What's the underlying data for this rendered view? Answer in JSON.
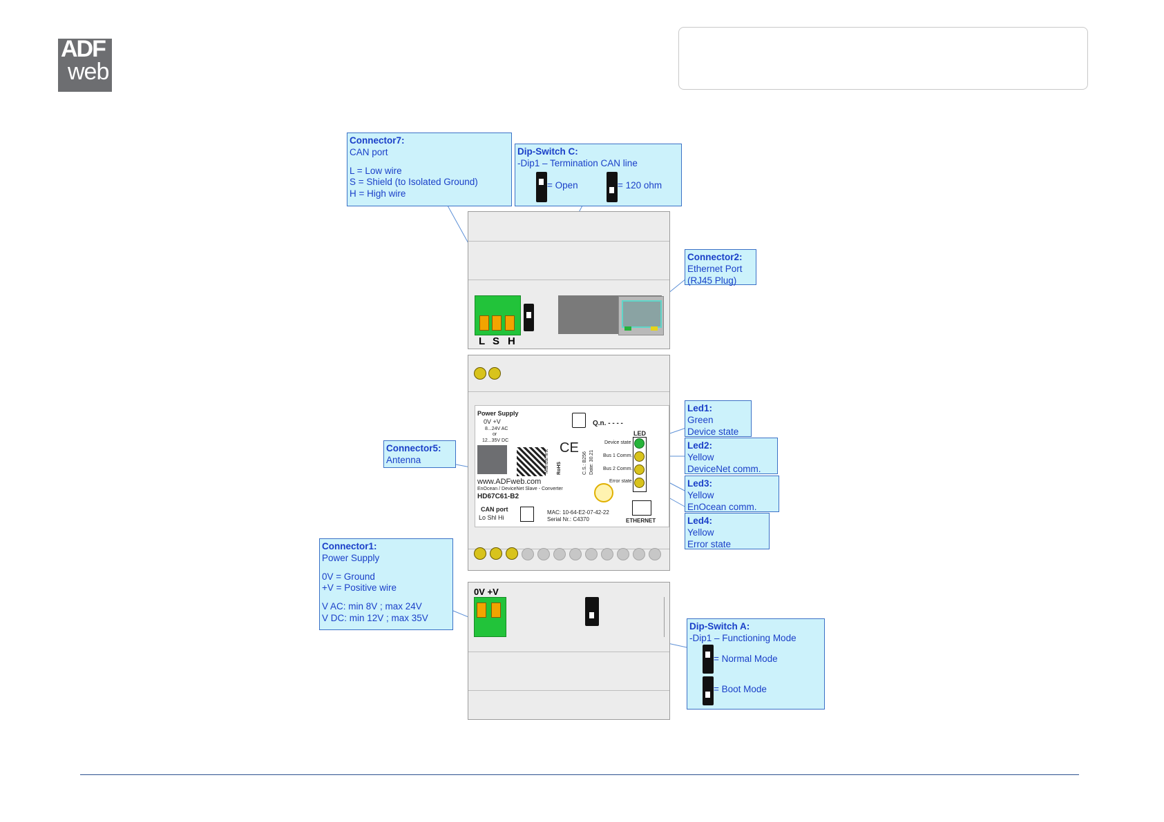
{
  "logo": {
    "line1": "ADF",
    "line2": "web"
  },
  "terminal_labels": {
    "l": "L",
    "s": "S",
    "h": "H",
    "power": "0V +V"
  },
  "callouts": {
    "connector7": {
      "title": "Connector7:",
      "lines": [
        "CAN port",
        "",
        "L = Low wire",
        "S = Shield (to Isolated Ground)",
        "H = High wire"
      ]
    },
    "dip_c": {
      "title": "Dip-Switch C:",
      "line1": "-Dip1 – Termination CAN line",
      "open": "= Open",
      "ohm": "= 120 ohm"
    },
    "connector2": {
      "title": "Connector2:",
      "lines": [
        "Ethernet Port",
        "(RJ45 Plug)"
      ]
    },
    "led1": {
      "title": "Led1:",
      "lines": [
        "Green",
        "Device state"
      ]
    },
    "led2": {
      "title": "Led2:",
      "lines": [
        "Yellow",
        "DeviceNet comm."
      ]
    },
    "led3": {
      "title": "Led3:",
      "lines": [
        "Yellow",
        "EnOcean comm."
      ]
    },
    "led4": {
      "title": "Led4:",
      "lines": [
        "Yellow",
        "Error state"
      ]
    },
    "connector5": {
      "title": "Connector5:",
      "lines": [
        "Antenna"
      ]
    },
    "connector1": {
      "title": "Connector1:",
      "lines": [
        "Power Supply",
        "",
        "0V = Ground",
        "+V = Positive wire",
        "",
        "V AC: min 8V ; max 24V",
        "V DC: min 12V ; max 35V"
      ]
    },
    "dip_a": {
      "title": "Dip-Switch A:",
      "line1": "-Dip1 – Functioning Mode",
      "normal": "= Normal Mode",
      "boot": "= Boot Mode"
    }
  },
  "device_label": {
    "power_supply": "Power Supply",
    "volts": "0V   +V",
    "ac": "8...24V AC",
    "or": "or",
    "dc": "12...35V DC",
    "qn": "Q.n.   - - - -",
    "led_header": "LED",
    "led_device": "Device state",
    "led_bus1": "Bus 1 Comm.",
    "led_bus2": "Bus 2 Comm.",
    "led_error": "Error state",
    "website": "www.ADFweb.com",
    "product_desc": "EnOcean / DeviceNet Slave - Converter",
    "model": "HD67C61-B2",
    "can_port": "CAN port",
    "can_pins": "Lo  Shl  Hi",
    "mac": "MAC: 10-64-E2-07-42-22",
    "serial": "Serial Nr.: C4370",
    "ethernet": "ETHERNET",
    "manual": "Manual link",
    "ce": "CE",
    "rohs": "RoHS",
    "cs": "C.S.: B256",
    "date": "Date: 30.21"
  },
  "colors": {
    "callout_bg": "#ccf2fb",
    "callout_border": "#3a70c6",
    "callout_text": "#1a3fc8",
    "terminal_green": "#22c33a",
    "led_green": "#27b43a",
    "led_yellow": "#d8c31c",
    "footer_line": "#2a4f8e"
  }
}
